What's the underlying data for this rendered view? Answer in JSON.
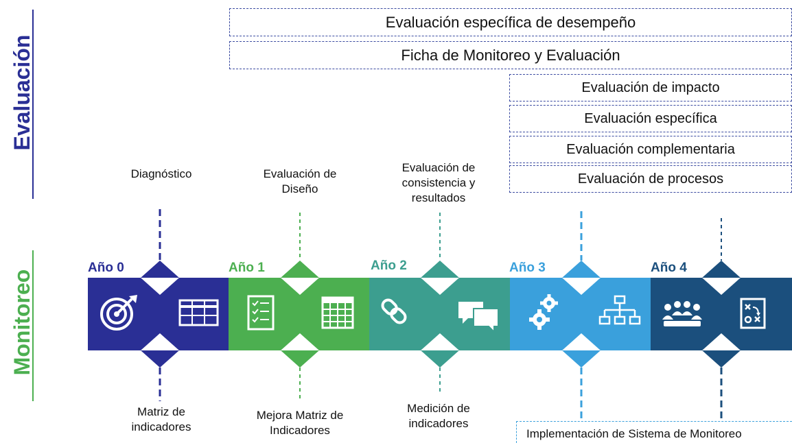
{
  "side_labels": {
    "evaluacion": "Evaluación",
    "monitoreo": "Monitoreo"
  },
  "evaluation_bars": {
    "especifica_desempeno": "Evaluación específica de desempeño",
    "ficha": "Ficha de Monitoreo y Evaluación",
    "impacto": "Evaluación de impacto",
    "especifica": "Evaluación específica",
    "complementaria": "Evaluación complementaria",
    "procesos": "Evaluación de procesos"
  },
  "top_captions": {
    "y0": [
      "Diagnóstico"
    ],
    "y1": [
      "Evaluación de",
      "Diseño"
    ],
    "y2": [
      "Evaluación de",
      "consistencia y",
      "resultados"
    ]
  },
  "bottom_captions": {
    "y0": [
      "Matriz de",
      "indicadores"
    ],
    "y1": [
      "Mejora Matriz de",
      "Indicadores"
    ],
    "y2": [
      "Medición de",
      "indicadores"
    ],
    "implementation": "Implementación de Sistema de Monitoreo"
  },
  "years": [
    {
      "label": "Año 0",
      "color": "#2a2f95",
      "icons": [
        "target-icon",
        "table-grid-icon"
      ]
    },
    {
      "label": "Año 1",
      "color": "#4caf50",
      "icons": [
        "checklist-icon",
        "calendar-icon"
      ]
    },
    {
      "label": "Año 2",
      "color": "#3c9e8f",
      "icons": [
        "chain-link-icon",
        "chat-bubbles-icon"
      ]
    },
    {
      "label": "Año 3",
      "color": "#3aa0dc",
      "icons": [
        "gears-icon",
        "org-chart-icon"
      ]
    },
    {
      "label": "Año 4",
      "color": "#1b4f7d",
      "icons": [
        "meeting-people-icon",
        "strategy-board-icon"
      ]
    }
  ],
  "colors": {
    "evaluacion_text": "#2a2f95",
    "monitoreo_text": "#4caf50"
  }
}
